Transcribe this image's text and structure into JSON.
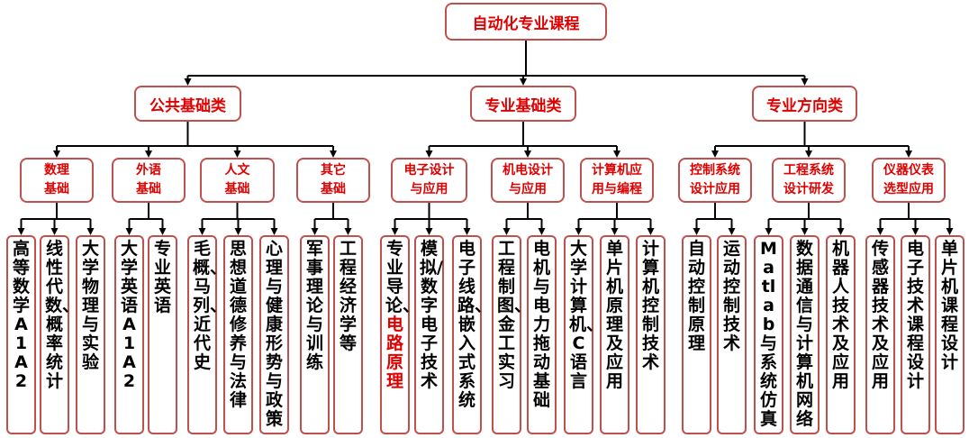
{
  "root": "自动化专业课程",
  "categories": [
    {
      "label": "公共基础类",
      "groups": [
        {
          "label": "数理\n基础",
          "courses": [
            "高等数学A1A2",
            "线性代数、概率统计",
            "大学物理与实验"
          ]
        },
        {
          "label": "外语\n基础",
          "courses": [
            "大学英语A1A2",
            "专业英语"
          ]
        },
        {
          "label": "人文\n基础",
          "courses": [
            "毛概、马列、近代史",
            "思想道德修养与法律",
            "心理与健康形势与政策"
          ]
        },
        {
          "label": "其它\n基础",
          "courses": [
            "军事理论与训练",
            "工程经济学等"
          ]
        }
      ]
    },
    {
      "label": "专业基础类",
      "groups": [
        {
          "label": "电子设计\n与应用",
          "courses": [
            {
              "text": "专业导论、",
              "highlight": "电路原理"
            },
            "模拟/数字电子技术",
            "电子线路、嵌入式系统"
          ]
        },
        {
          "label": "机电设计\n与应用",
          "courses": [
            "工程制图、金工实习",
            "电机与电力拖动基础"
          ]
        },
        {
          "label": "计算机应\n用与编程",
          "courses": [
            "大学计算机、C语言",
            "单片机原理及应用",
            "计算机控制技术"
          ]
        }
      ]
    },
    {
      "label": "专业方向类",
      "groups": [
        {
          "label": "控制系统\n设计应用",
          "courses": [
            "自动控制原理",
            "运动控制技术"
          ]
        },
        {
          "label": "工程系统\n设计研发",
          "courses": [
            "Matlab与系统仿真",
            "数据通信与计算机网络",
            "机器人技术及应用"
          ]
        },
        {
          "label": "仪器仪表\n选型应用",
          "courses": [
            "传感器技术及应用",
            "电子技术课程设计",
            "单片机课程设计"
          ]
        }
      ]
    }
  ],
  "colors": {
    "box_border": "#c0504d",
    "heading_text": "#e00000",
    "course_text": "#000000",
    "connector": "#000000"
  }
}
